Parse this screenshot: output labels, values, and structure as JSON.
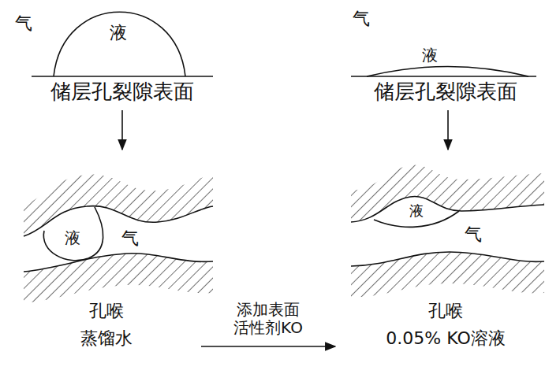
{
  "diagram": {
    "labels": [
      "气",
      "液",
      "储层孔裂隙表面",
      "气",
      "液",
      "储层孔裂隙表面",
      "液",
      "气",
      "孔喉",
      "蒸馏水",
      "添加表面 活性剂KO",
      "液",
      "气",
      "孔喉",
      "0.05% KO溶液"
    ]
  }
}
